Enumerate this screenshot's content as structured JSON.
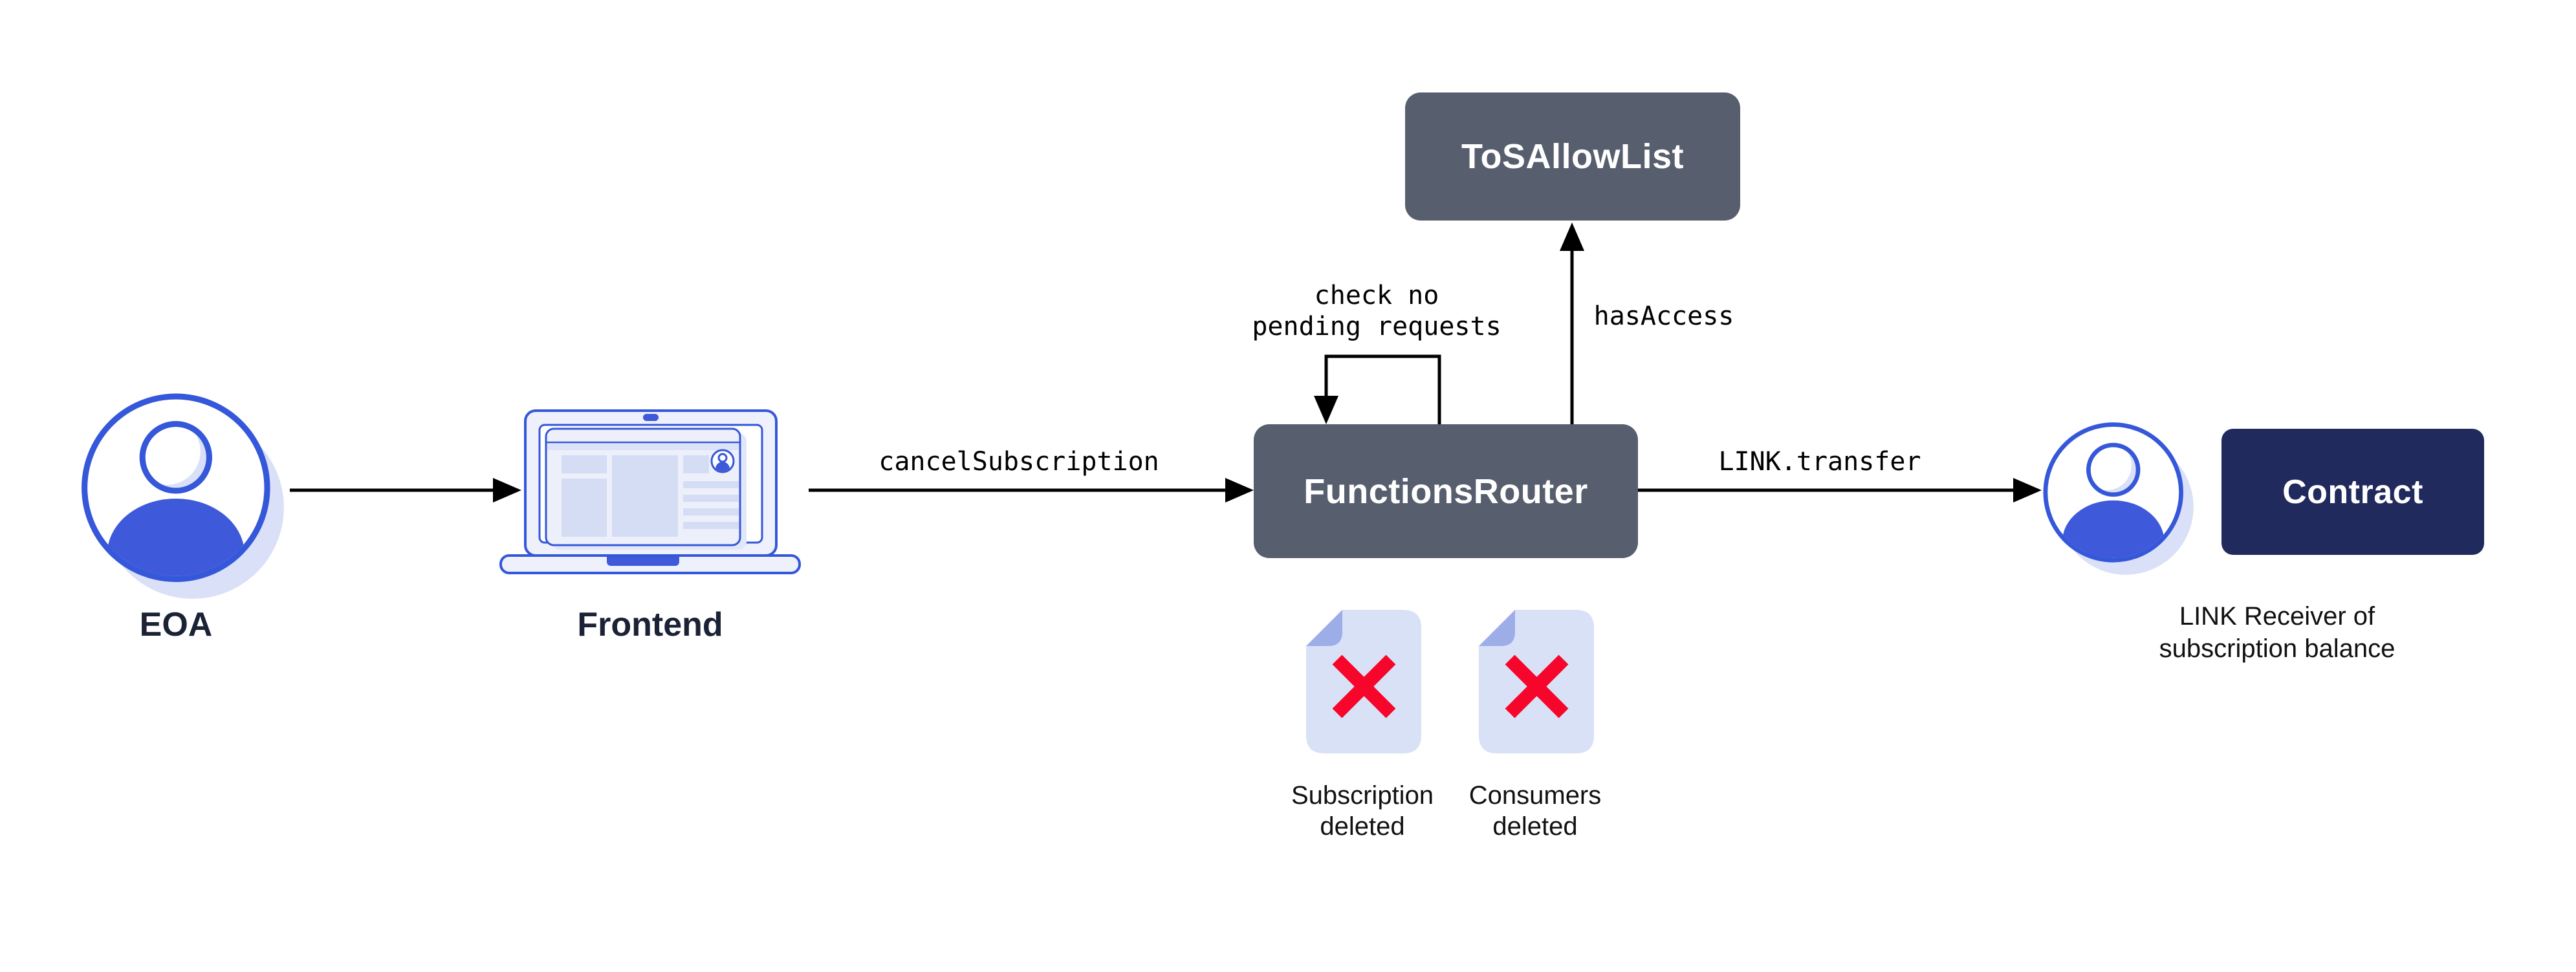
{
  "diagram": {
    "colors": {
      "accent_blue": "#3557D9",
      "person_blue": "#3E59D9",
      "light_blue": "#D9E0F7",
      "slate_box": "#575E6D",
      "navy_box": "#202A5D",
      "red_x": "#F6062A",
      "arrow_black": "#000000",
      "label_navy": "#1B2235",
      "caption_black": "#111111"
    },
    "nodes": {
      "eoa": {
        "label": "EOA"
      },
      "frontend": {
        "label": "Frontend"
      },
      "functions_router": {
        "label": "FunctionsRouter"
      },
      "tos_allow_list": {
        "label": "ToSAllowList"
      },
      "contract": {
        "label": "Contract"
      },
      "link_receiver": {
        "caption_line1": "LINK Receiver of",
        "caption_line2": "subscription balance"
      }
    },
    "edges": {
      "frontend_to_router": {
        "label": "cancelSubscription"
      },
      "router_to_receiver": {
        "label": "LINK.transfer"
      },
      "router_to_tos": {
        "label": "hasAccess"
      },
      "router_self_loop": {
        "label_line1": "check no",
        "label_line2": "pending requests"
      }
    },
    "documents": [
      {
        "line1": "Subscription",
        "line2": "deleted"
      },
      {
        "line1": "Consumers",
        "line2": "deleted"
      }
    ]
  }
}
